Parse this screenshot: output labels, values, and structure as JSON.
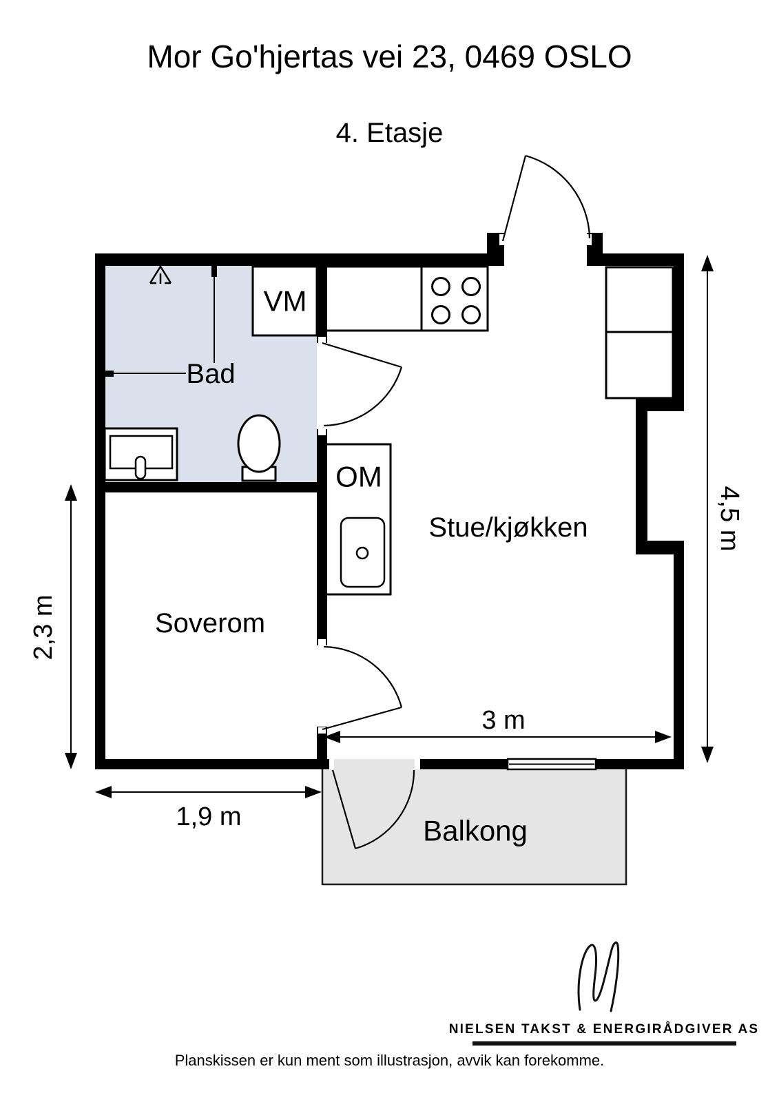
{
  "page": {
    "title": "Mor Go'hjertas vei 23, 0469 OSLO",
    "floor": "4. Etasje",
    "disclaimer": "Planskissen er kun ment som illustrasjon, avvik kan forekomme."
  },
  "rooms": {
    "bathroom": "Bad",
    "bedroom": "Soverom",
    "living_kitchen": "Stue/kjøkken",
    "balcony": "Balkong"
  },
  "appliances": {
    "washing_machine": "VM",
    "cabinet_om": "OM"
  },
  "dimensions": {
    "bedroom_depth": "2,3 m",
    "bedroom_width": "1,9 m",
    "living_width": "3 m",
    "plan_depth": "4,5 m"
  },
  "footer": {
    "company": "NIELSEN TAKST & ENERGIRÅDGIVER AS"
  },
  "colors": {
    "wall": "#000000",
    "bathroom_floor": "#dbe1ec",
    "balcony_floor": "#e5e5e5",
    "line": "#111111"
  }
}
